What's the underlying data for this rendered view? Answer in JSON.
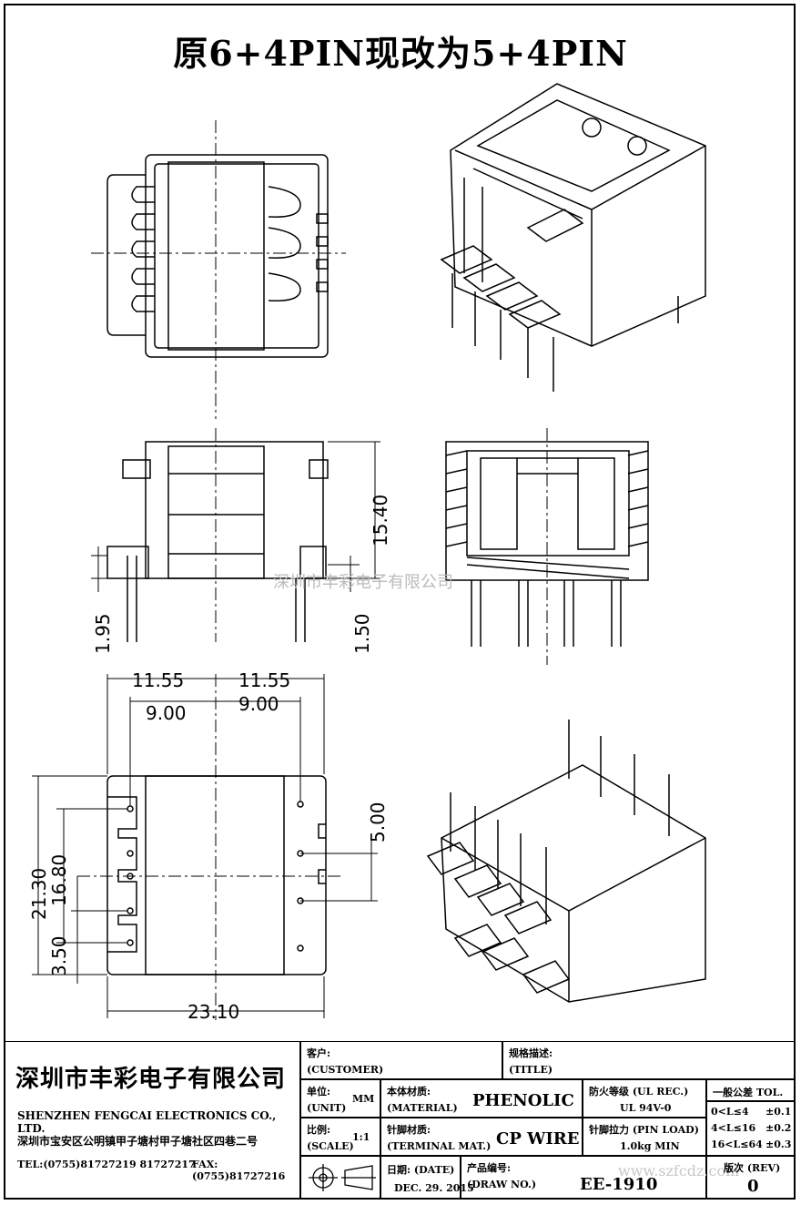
{
  "title": "原6+4PIN现改为5+4PIN",
  "watermark": "深圳市丰彩电子有限公司",
  "dimensions": {
    "side_height": "15.40",
    "pin_left": "1.95",
    "pin_right": "1.50",
    "half_width_left": "11.55",
    "half_width_right": "11.55",
    "pin_span_left": "9.00",
    "pin_span_right": "9.00",
    "pin_pitch_right": "5.00",
    "depth": "21.30",
    "pin_row": "16.80",
    "pin_pitch_left": "3.50",
    "width": "23.10"
  },
  "title_block": {
    "company_cn": "深圳市丰彩电子有限公司",
    "company_en": "SHENZHEN FENGCAI ELECTRONICS CO., LTD.",
    "address": "深圳市宝安区公明镇甲子塘村甲子塘社区四巷二号",
    "tel": "TEL:(0755)81727219  81727217",
    "fax": "FAX:(0755)81727216",
    "customer_label_cn": "客户:",
    "customer_label_en": "(CUSTOMER)",
    "title_label_cn": "规格描述:",
    "title_label_en": "(TITLE)",
    "unit_label_cn": "单位:",
    "unit_label_en": "(UNIT)",
    "unit_value": "MM",
    "material_label_cn": "本体材质:",
    "material_label_en": "(MATERIAL)",
    "material_value": "PHENOLIC",
    "ul_label_cn": "防火等级 (UL REC.)",
    "ul_value": "UL 94V-0",
    "tol_label": "一般公差 TOL.",
    "scale_label_cn": "比例:",
    "scale_label_en": "(SCALE)",
    "scale_value": "1:1",
    "terminal_label_cn": "针脚材质:",
    "terminal_label_en": "(TERMINAL MAT.)",
    "terminal_value": "CP WIRE",
    "pinload_label_cn": "针脚拉力 (PIN LOAD)",
    "pinload_value": "1.0kg MIN",
    "tol_rows": [
      {
        "range": "0<L≤4",
        "tol": "±0.1"
      },
      {
        "range": "4<L≤16",
        "tol": "±0.2"
      },
      {
        "range": "16<L≤64",
        "tol": "±0.3"
      }
    ],
    "date_label": "日期: (DATE)",
    "date_value": "DEC. 29. 2015",
    "drawno_label_cn": "产品编号:",
    "drawno_label_en": "(DRAW NO.)",
    "drawno_value": "EE-1910",
    "rev_label": "版次 (REV)",
    "rev_value": "0",
    "website": "www.szfcdz.com"
  }
}
